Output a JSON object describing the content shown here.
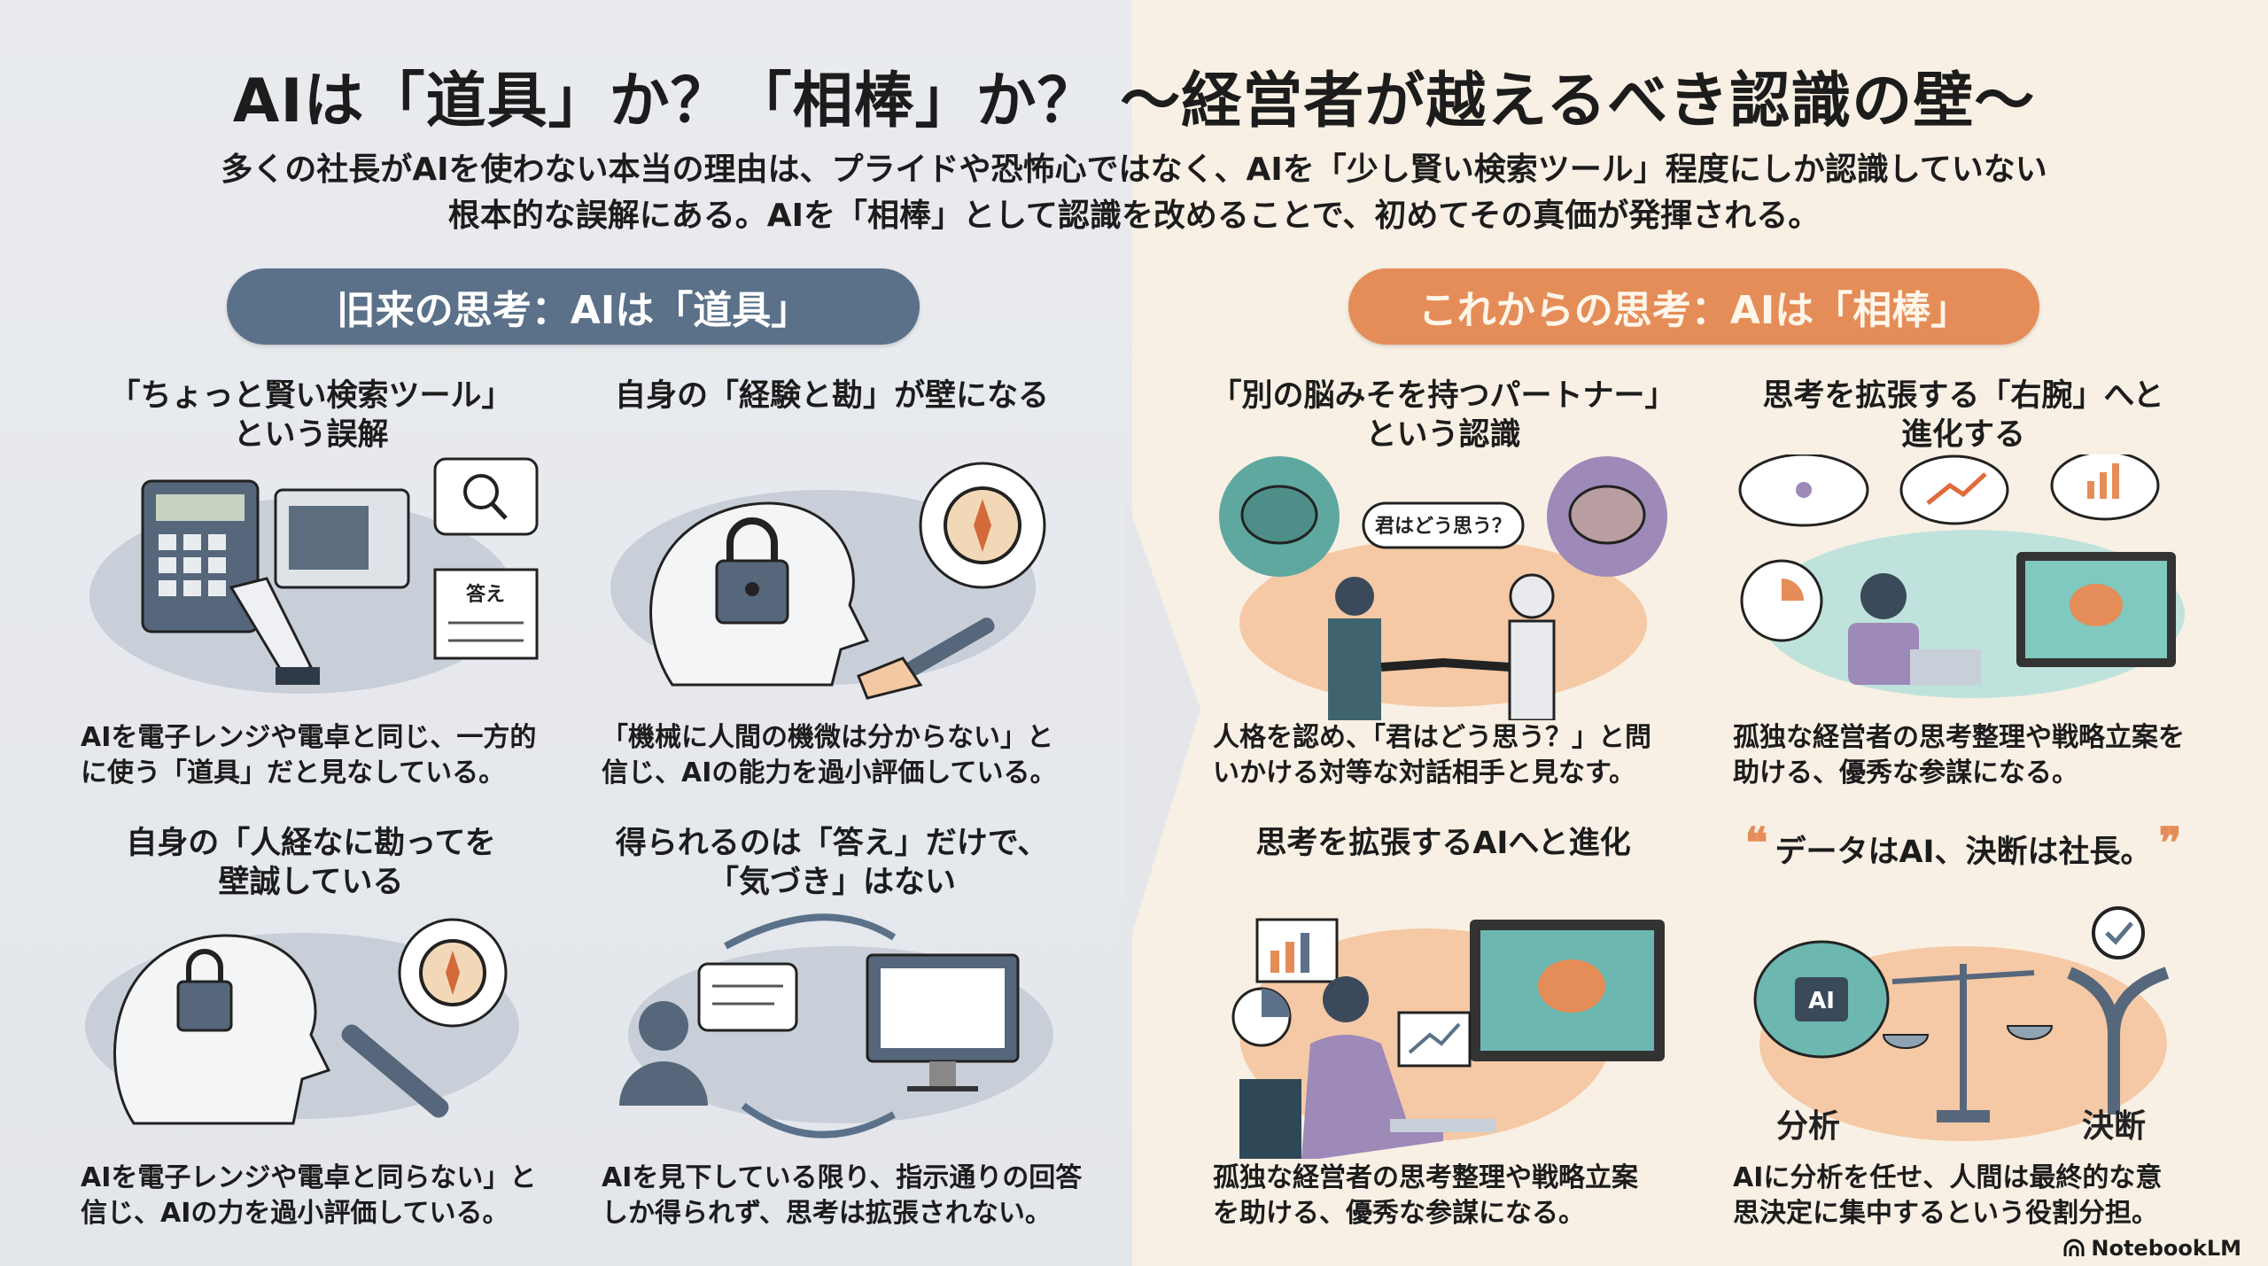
{
  "header": {
    "title": "AIは「道具」か？「相棒」か？ ～経営者が越えるべき認識の壁～",
    "subtitle_lines": [
      "多くの社長がAIを使わない本当の理由は、プライドや恐怖心ではなく、AIを「少し賢い検索ツール」程度にしか認識していない",
      "根本的な誤解にある。AIを「相棒」として認識を改めることで、初めてその真価が発揮される。"
    ]
  },
  "old": {
    "label": "旧来の思考：AIは「道具」",
    "cards": [
      {
        "title": [
          "「ちょっと賢い検索ツール」",
          "という誤解"
        ],
        "desc": [
          "AIを電子レンジや電卓と同じ、一方的",
          "に使う「道具」だと見なしている。"
        ],
        "note": "答え"
      },
      {
        "title": [
          "自身の「経験と勘」が壁になる"
        ],
        "desc": [
          "「機械に人間の機微は分からない」と",
          "信じ、AIの能力を過小評価している。"
        ]
      },
      {
        "title": [
          "自身の「人経なに勘ってを",
          "壁誠している"
        ],
        "desc": [
          "AIを電子レンジや電卓と同らない」と",
          "信じ、AIの力を過小評価している。"
        ]
      },
      {
        "title": [
          "得られるのは「答え」だけで、",
          "「気づき」はない"
        ],
        "desc": [
          "AIを見下している限り、指示通りの回答",
          "しか得られず、思考は拡張されない。"
        ]
      }
    ]
  },
  "new": {
    "label": "これからの思考：AIは「相棒」",
    "cards": [
      {
        "title": [
          "「別の脳みそを持つパートナー」",
          "という認識"
        ],
        "desc": [
          "人格を認め、「君はどう思う？」と問",
          "いかける対等な対話相手と見なす。"
        ],
        "bubble": "君はどう思う？"
      },
      {
        "title": [
          "思考を拡張する「右腕」へと",
          "進化する"
        ],
        "desc": [
          "孤独な経営者の思考整理や戦略立案を",
          "助ける、優秀な参謀になる。"
        ]
      },
      {
        "title": [
          "思考を拡張するAIへと進化"
        ],
        "desc": [
          "孤独な経営者の思考整理や戦略立案",
          "を助ける、優秀な参謀になる。"
        ]
      },
      {
        "title": [
          "データはAI、決断は社長。"
        ],
        "desc": [
          "AIに分析を任せ、人間は最終的な意",
          "思決定に集中するという役割分担。"
        ],
        "chip": "AI",
        "left_label": "分析",
        "right_label": "決断",
        "quote_open": "❝",
        "quote_close": "❞"
      }
    ]
  },
  "footer": {
    "brand": "NotebookLM"
  },
  "colors": {
    "old_accent": "#5b7189",
    "new_accent": "#e58d58",
    "left_bg": "#e6e9ee",
    "right_bg": "#f8f0e4"
  }
}
